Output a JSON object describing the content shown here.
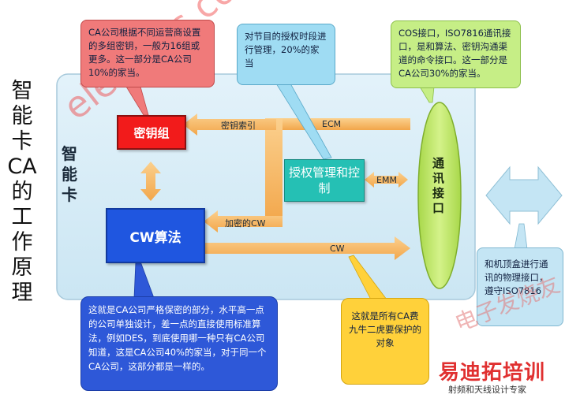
{
  "title": "智能卡CA的工作原理",
  "card_label": "智能卡",
  "boxes": {
    "key_group": "密钥组",
    "auth": "授权管理和控制",
    "cw_algorithm": "CW算法",
    "comm_interface": "通讯接口"
  },
  "arrows": {
    "ecm": "ECM",
    "key_index": "密钥索引",
    "emm": "EMM",
    "encrypted_cw": "加密的CW",
    "cw": "CW"
  },
  "notes": {
    "key_group_note": "CA公司根据不同运营商设置的多组密钥，一般为16组或更多。这一部分是CA公司10%的家当。",
    "auth_note": "对节目的授权时段进行管理，20%的家当",
    "cos_note": "COS接口，ISO7816通讯接口，是和算法、密钥沟通渠道的命令接口。这一部分是CA公司30%的家当。",
    "algorithm_note": "这就是CA公司严格保密的部分，水平高一点的公司单独设计，差一点的直接使用标准算法，例如DES，到底使用哪一种只有CA公司知道，这是CA公司40%的家当，对于同一个CA公司，这部分都是一样的。",
    "target_note": "这就是所有CA费九牛二虎要保护的对象",
    "interface_note": "和机顶盒进行通讯的物理接口，遵守ISO7816"
  },
  "watermarks": {
    "site": "elecfans.com",
    "cn": "电子发烧友",
    "brand": "易迪拓培训",
    "brand_sub": "射频和天线设计专家"
  },
  "colors": {
    "card_bg": "#d6ecf6",
    "key_group": "#f21b1b",
    "auth": "#25c0b4",
    "cw_box": "#1f56e0",
    "arrow": "#f5b25a",
    "comm_ellipse": "#bde25a",
    "interface_arrow": "#c4e5f4"
  }
}
